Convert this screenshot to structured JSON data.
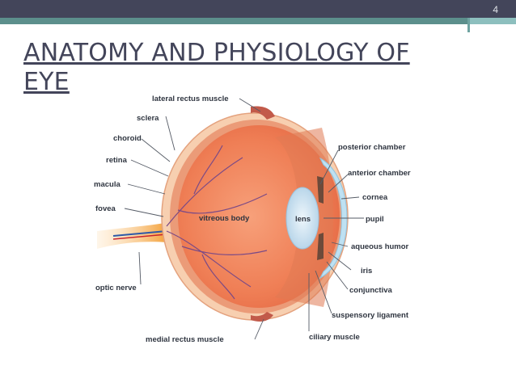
{
  "slide": {
    "number": "4",
    "title_line1": "ANATOMY AND PHYSIOLOGY  OF",
    "title_line2": "EYE"
  },
  "diagram": {
    "labels": {
      "lateral_rectus_muscle": "lateral rectus muscle",
      "sclera": "sclera",
      "choroid": "choroid",
      "retina": "retina",
      "macula": "macula",
      "fovea": "fovea",
      "optic_nerve": "optic nerve",
      "medial_rectus_muscle": "medial rectus muscle",
      "vitreous_body": "vitreous body",
      "lens": "lens",
      "posterior_chamber": "posterior chamber",
      "anterior_chamber": "anterior chamber",
      "cornea": "cornea",
      "pupil": "pupil",
      "aqueous_humor": "aqueous humor",
      "iris": "iris",
      "conjunctiva": "conjunctiva",
      "suspensory_ligament": "suspensory ligament",
      "ciliary_muscle": "ciliary muscle"
    },
    "colors": {
      "vitreous": "#f08a5d",
      "sclera": "#f6c9a8",
      "lens": "#cfe3f2",
      "cornea": "#bfe1f2",
      "vessel": "#7b4a86",
      "nerve": "#f4a23c"
    }
  }
}
